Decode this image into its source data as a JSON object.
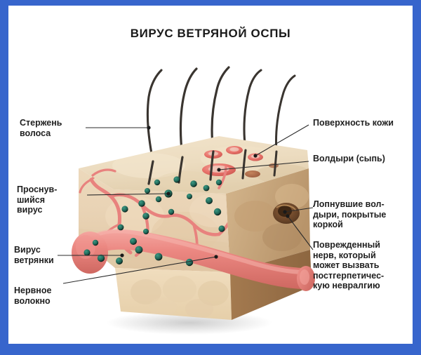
{
  "figure": {
    "title": "ВИРУС ВЕТРЯНОЙ ОСПЫ",
    "border_color": "#3765cc",
    "background_color": "#ffffff",
    "subject": "skin-block-cutaway-varicella-zoster"
  },
  "labels_left": [
    {
      "id": "hair-shaft",
      "text": "Стержень\nволоса"
    },
    {
      "id": "awakened-virus",
      "text": "Проснув-\nшийся\nвирус"
    },
    {
      "id": "chickenpox-virus",
      "text": "Вирус\nветрянки"
    },
    {
      "id": "nerve-fiber",
      "text": "Нервное\nволокно"
    }
  ],
  "labels_right": [
    {
      "id": "skin-surface",
      "text": "Поверхность кожи"
    },
    {
      "id": "blisters-rash",
      "text": "Волдыри (сыпь)"
    },
    {
      "id": "crusted-blisters",
      "text": "Лопнувшие вол-\nдыри, покрытые\nкоркой"
    },
    {
      "id": "damaged-nerve",
      "text": "Поврежденный\nнерв, который\nможет вызвать\nпостгерпетичес-\nкую невралгию"
    }
  ],
  "palette": {
    "text": "#1f1f1f",
    "leader": "#2b2b2b",
    "skin_top": "#ecdcc0",
    "skin_front": "#e8d2b4",
    "skin_right": "#c9a87e",
    "fat_layer": "#edd9b9",
    "vessel": "#e8827e",
    "nerve": "#e8807c",
    "virus": "#1d6152",
    "blister": "#e8726a",
    "crust": "#a9543a",
    "hair": "#3a3530",
    "shadow": "#cfcfcf"
  },
  "elements": {
    "hair_count": 5,
    "virus_particle_count": 26,
    "blister_count": 4,
    "crusted_lesion_count": 2
  }
}
